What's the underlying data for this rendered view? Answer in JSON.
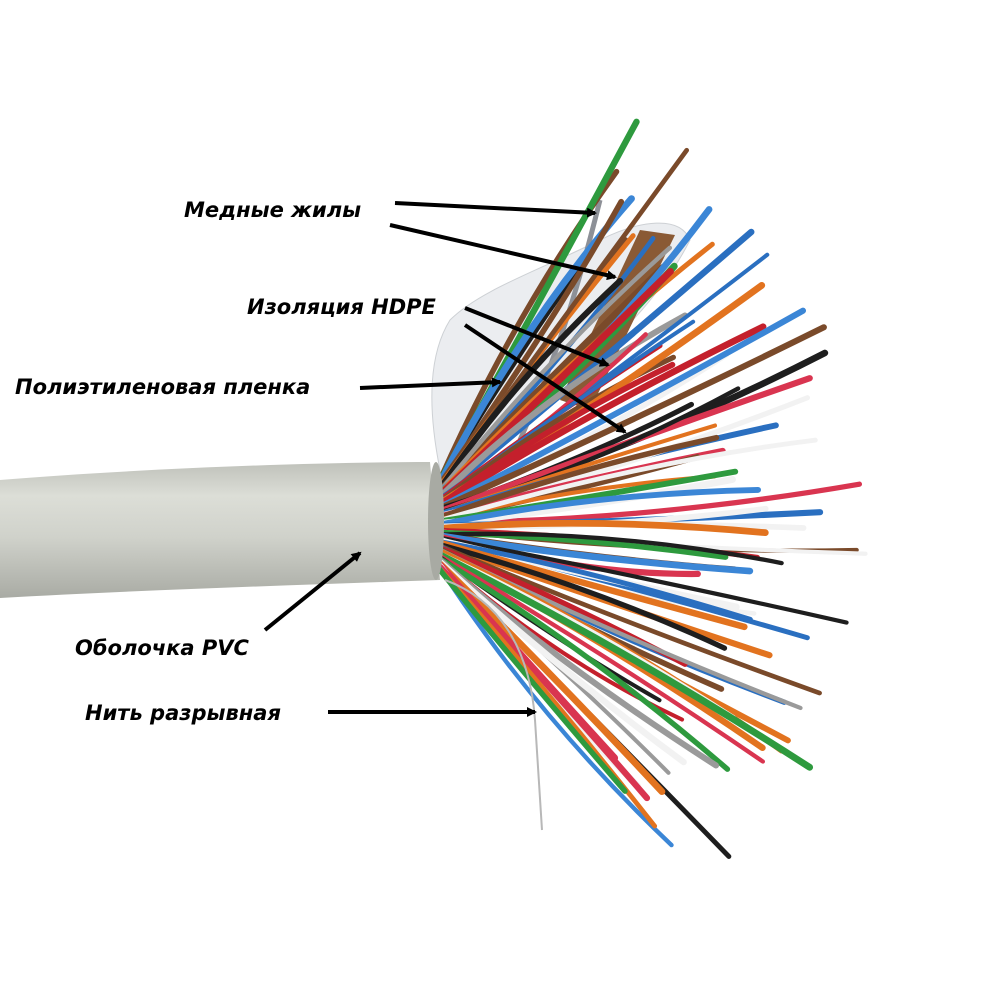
{
  "labels": {
    "copper_cores": "Медные жилы",
    "hdpe_insulation": "Изоляция HDPE",
    "pe_film": "Полиэтиленовая пленка",
    "pvc_sheath": "Оболочка PVC",
    "rip_cord": "Нить разрывная"
  },
  "colors": {
    "sheath": "#d4d6cf",
    "wires": [
      "#c4202c",
      "#2a6fc0",
      "#2e9a3e",
      "#e2731f",
      "#7a4a2a",
      "#f2f2f2",
      "#1e1e1e",
      "#9a9a9a",
      "#d93550",
      "#3b86d6"
    ]
  }
}
